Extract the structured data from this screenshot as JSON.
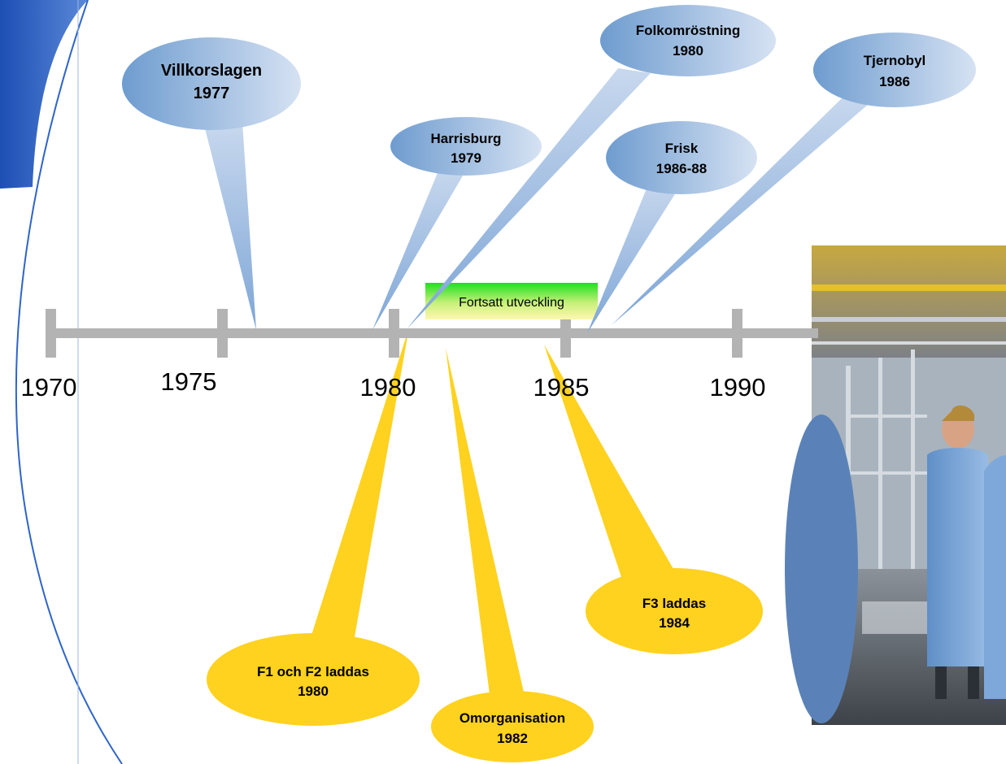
{
  "axis_ticks": [
    "1970",
    "1975",
    "1980",
    "1985",
    "1990"
  ],
  "banner": {
    "label": "Fortsatt utveckling"
  },
  "events_above": [
    {
      "title": "Villkorslagen",
      "year": "1977"
    },
    {
      "title": "Harrisburg",
      "year": "1979"
    },
    {
      "title": "Folkomröstning",
      "year": "1980"
    },
    {
      "title": "Frisk",
      "year": "1986-88"
    },
    {
      "title": "Tjernobyl",
      "year": "1986"
    }
  ],
  "events_below": [
    {
      "title": "F1 och F2 laddas",
      "year": "1980"
    },
    {
      "title": "Omorganisation",
      "year": "1982"
    },
    {
      "title": "F3 laddas",
      "year": "1984"
    }
  ],
  "colors": {
    "axis": "#b3b3b3",
    "bubble_blue_dark": "#6e9ccf",
    "bubble_blue_light": "#d6e2f3",
    "bubble_yellow": "#ffd21f",
    "banner_green": "#1ee01e",
    "banner_yellow": "#fff7b0",
    "left_band": "#2f64c8"
  },
  "photo": {
    "icon": "photo-technicians-in-cleanroom"
  }
}
